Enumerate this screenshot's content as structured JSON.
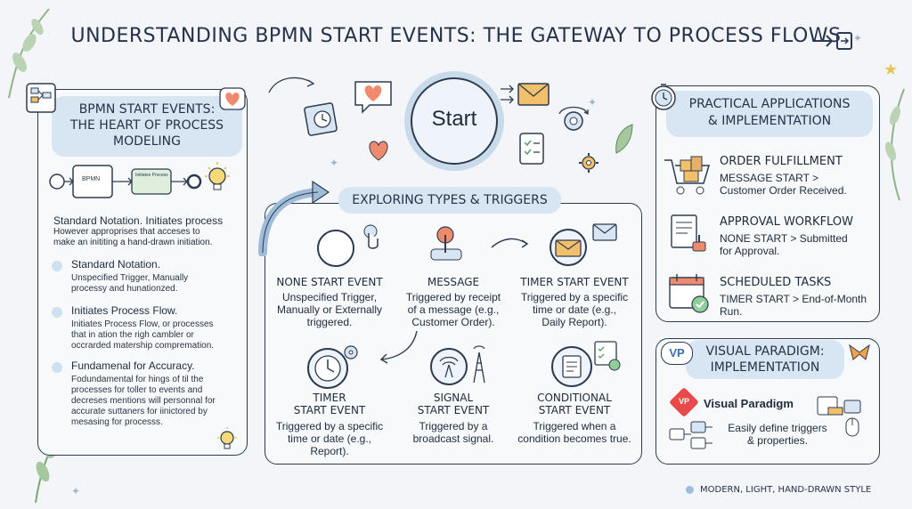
{
  "header": {
    "title": "UNDERSTANDING BPMN START EVENTS: THE GATEWAY TO PROCESS FLOWS"
  },
  "left_panel": {
    "heading_line1": "BPMN START EVENTS:",
    "heading_line2": "THE HEART OF PROCESS",
    "heading_line3": "MODELING",
    "diagram_box1": "BPMN",
    "diagram_box2": "Initiates Process",
    "intro_line1": "Standard Notation.  Initiates process",
    "intro_line2": "However approprises that acceses to",
    "intro_line3": "make an inititing a  hand-drawn initiation.",
    "bullets": [
      {
        "title": "Standard Notation.",
        "line1": "Unspecified Trigger, Manually",
        "line2": "processy and hunationzed."
      },
      {
        "title": "Initiates Process Flow.",
        "line1": "Initiates Process Flow, or processes",
        "line2": "that in ation the righ cambler or",
        "line3": "occrarded matership compremation."
      },
      {
        "title": "Fundamenal for Accuracy.",
        "line1": "Fodundamental for hings of til the",
        "line2": "processes for toller to events and",
        "line3": "decreses mentions will personnal for",
        "line4": "accurate suttaners for iinictored by",
        "line5": "mesasing for processs."
      }
    ]
  },
  "center": {
    "start_label": "Start",
    "types_heading": "EXPLORING TYPES & TRIGGERS",
    "events": [
      {
        "title1": "NONE START EVENT",
        "title2": "",
        "d1": "Unspecified Trigger,",
        "d2": "Manually or Externally",
        "d3": "triggered."
      },
      {
        "title1": "MESSAGE",
        "title2": "",
        "d1": "Triggered by receipt",
        "d2": "of a message (e.g.,",
        "d3": "Customer Order)."
      },
      {
        "title1": "TIMER START EVENT",
        "title2": "",
        "d1": "Triggered by a specific",
        "d2": "time or date (e.g.,",
        "d3": "Daily Report)."
      },
      {
        "title1": "TIMER",
        "title2": "START EVENT",
        "d1": "Triggered by a specific",
        "d2": "time or date (e.g.,",
        "d3": "Report)."
      },
      {
        "title1": "SIGNAL",
        "title2": "START EVENT",
        "d1": "Triggered by a",
        "d2": "broadcast signal.",
        "d3": ""
      },
      {
        "title1": "CONDITIONAL",
        "title2": "START EVENT",
        "d1": "Triggered when a",
        "d2": "condition becomes true.",
        "d3": ""
      }
    ]
  },
  "right_panel": {
    "heading_line1": "PRACTICAL APPLICATIONS",
    "heading_line2": "& IMPLEMENTATION",
    "items": [
      {
        "title": "ORDER FULFILLMENT",
        "d1": "MESSAGE START >",
        "d2": "Customer Order Received."
      },
      {
        "title": "APPROVAL WORKFLOW",
        "d1": "NONE START > Submitted",
        "d2": "for Approval."
      },
      {
        "title": "SCHEDULED TASKS",
        "d1": "TIMER START > End-of-Month",
        "d2": "Run."
      }
    ]
  },
  "vp_panel": {
    "badge": "VP",
    "heading_line1": "VISUAL PARADIGM:",
    "heading_line2": "IMPLEMENTATION",
    "logo_text": "Visual Paradigm",
    "logo_badge": "VP",
    "desc1": "Easily define triggers",
    "desc2": "& properties."
  },
  "footer": {
    "style_note": "MODERN, LIGHT, HAND-DRAWN STYLE"
  },
  "colors": {
    "accent_blue": "#d7e6f2",
    "outline": "#2d3b4f",
    "heart": "#f08a6e",
    "envelope": "#f2c06a",
    "leaf": "#8fb48a"
  }
}
